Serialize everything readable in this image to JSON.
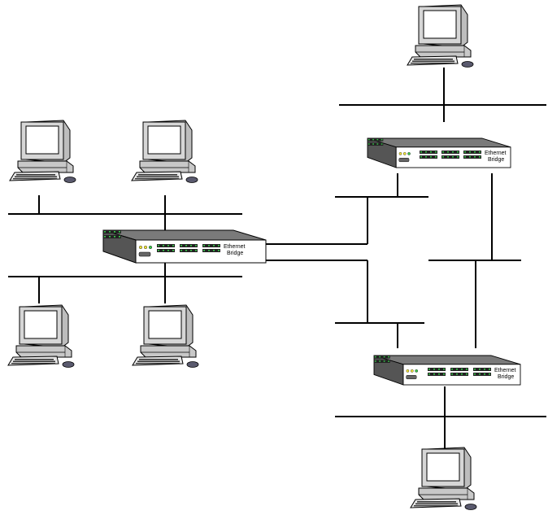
{
  "bridges": [
    {
      "id": "bridge-left",
      "label_line1": "Ethernet",
      "label_line2": "Bridge"
    },
    {
      "id": "bridge-top-right",
      "label_line1": "Ethernet",
      "label_line2": "Bridge"
    },
    {
      "id": "bridge-bottom-right",
      "label_line1": "Ethernet",
      "label_line2": "Bridge"
    }
  ],
  "computers": [
    {
      "id": "pc-top-right"
    },
    {
      "id": "pc-left-top-1"
    },
    {
      "id": "pc-left-top-2"
    },
    {
      "id": "pc-left-bottom-1"
    },
    {
      "id": "pc-left-bottom-2"
    },
    {
      "id": "pc-bottom-right"
    }
  ],
  "colors": {
    "line": "#000000",
    "monitor_body": "#cfcfcf",
    "screen": "#ffffff",
    "port_led": "#39c64a",
    "status_led": "#f2e43a",
    "mouse": "#5a5a6e"
  }
}
